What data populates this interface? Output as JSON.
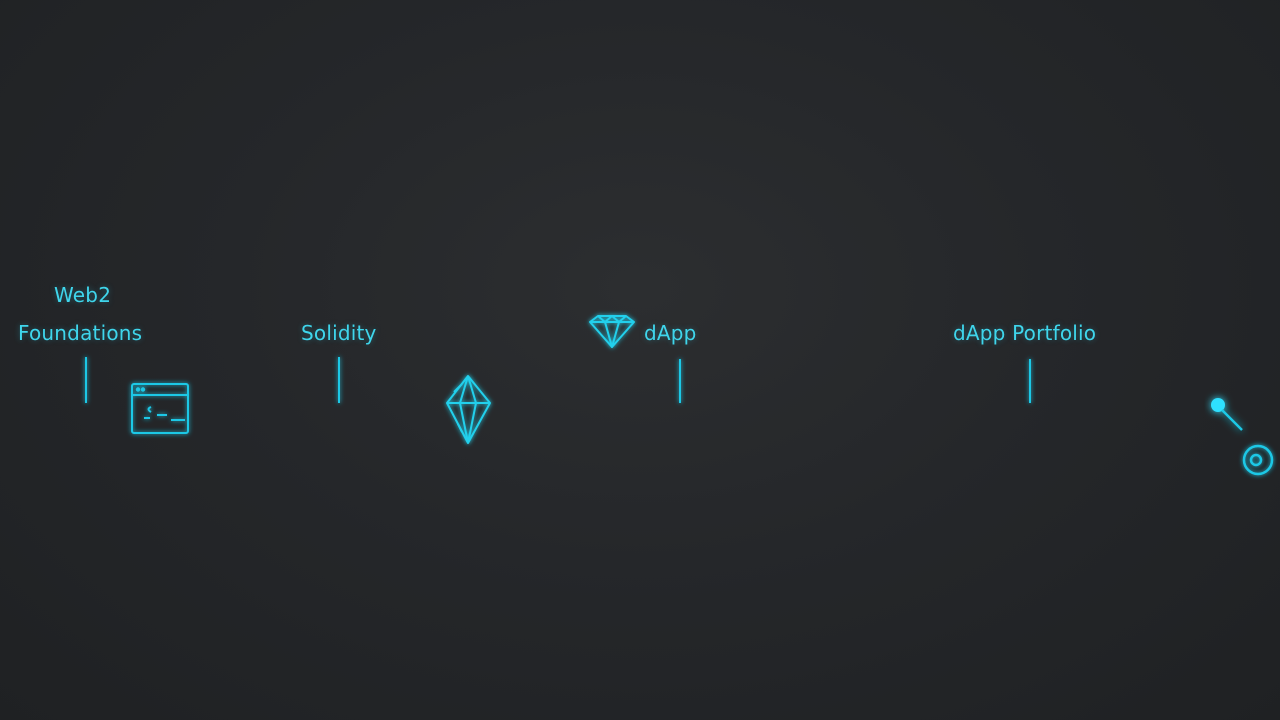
{
  "colors": {
    "background": "#26282a",
    "accent": "#1ec8e6",
    "glow": "#2fe0ff"
  },
  "milestones": [
    {
      "label_line1": "Web2",
      "label_line2": "Foundations",
      "icon": "none"
    },
    {
      "label_line1": "",
      "label_line2": "Solidity",
      "icon": "none"
    },
    {
      "label_line1": "",
      "label_line2": "dApp",
      "icon": "diamond-icon"
    },
    {
      "label_line1": "",
      "label_line2": "dApp Portfolio",
      "icon": "none"
    }
  ],
  "markers": [
    {
      "icon": "terminal-window-icon"
    },
    {
      "icon": "ethereum-diamond-icon"
    },
    {
      "icon": "end-point-icon"
    },
    {
      "icon": "target-ring-icon"
    }
  ]
}
